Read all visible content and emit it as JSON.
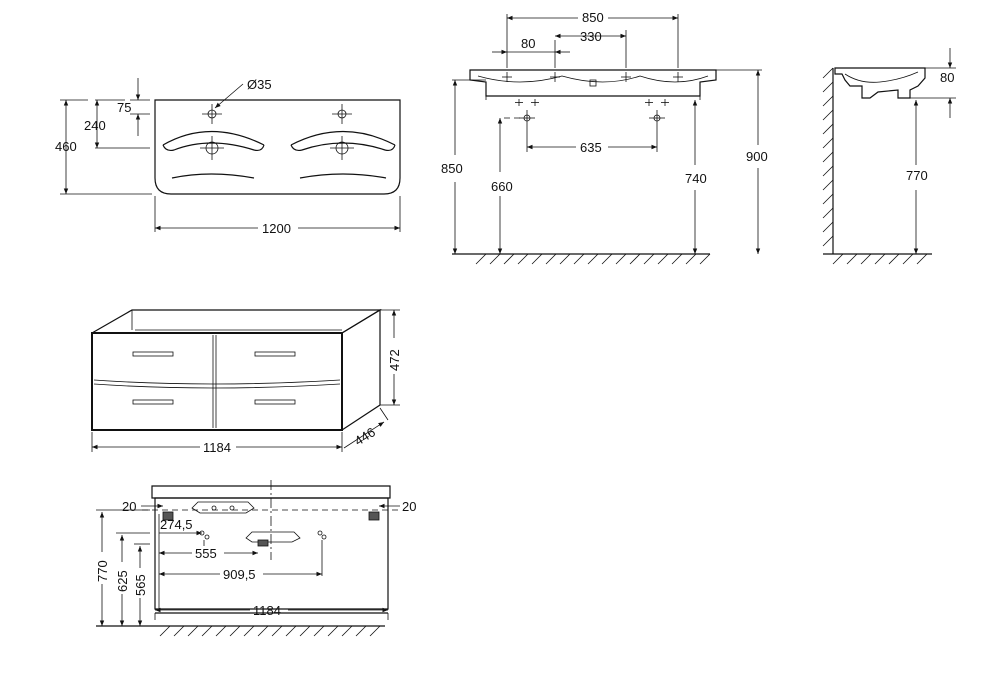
{
  "top_view": {
    "hole_diameter": "Ø35",
    "dim_75": "75",
    "dim_240": "240",
    "dim_460": "460",
    "dim_1200": "1200"
  },
  "front_view": {
    "dim_850_top": "850",
    "dim_80": "80",
    "dim_330": "330",
    "dim_635": "635",
    "dim_850_height": "850",
    "dim_660": "660",
    "dim_740": "740",
    "dim_900": "900"
  },
  "side_view": {
    "dim_80": "80",
    "dim_770": "770"
  },
  "cabinet_view": {
    "dim_472": "472",
    "dim_1184": "1184",
    "dim_446": "446"
  },
  "install_view": {
    "dim_20_left": "20",
    "dim_20_right": "20",
    "dim_274_5": "274,5",
    "dim_555": "555",
    "dim_909_5": "909,5",
    "dim_770": "770",
    "dim_625": "625",
    "dim_565": "565",
    "dim_1184": "1184"
  }
}
